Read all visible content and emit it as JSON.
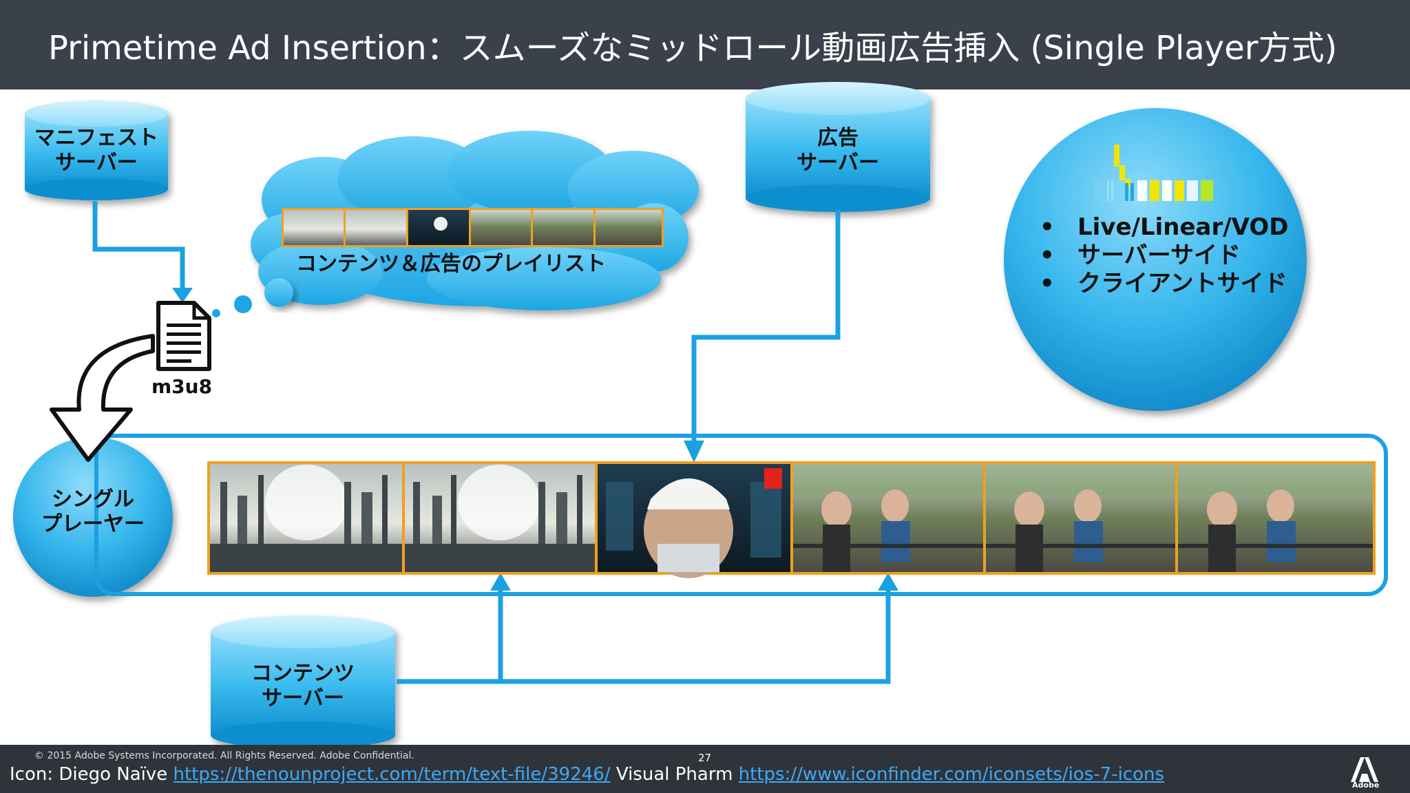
{
  "title": "Primetime Ad Insertion：スムーズなミッドロール動画広告挿入 (Single Player方式)",
  "servers": {
    "manifest": [
      "マニフェスト",
      "サーバー"
    ],
    "ad": [
      "広告",
      "サーバー"
    ],
    "content": [
      "コンテンツ",
      "サーバー"
    ]
  },
  "player": [
    "シングル",
    "プレーヤー"
  ],
  "cloud_caption": "コンテンツ＆広告のプレイリスト",
  "file_label": "m3u8",
  "features": [
    "Live/Linear/VOD",
    "サーバーサイド",
    "クライアントサイド"
  ],
  "footer": {
    "copyright": "© 2015 Adobe Systems Incorporated.  All Rights Reserved.  Adobe Confidential.",
    "page": "27",
    "credit_prefix": "Icon: Diego Naïve ",
    "link1": "https://thenounproject.com/term/text-file/39246/",
    "credit_middle": " Visual Pharm ",
    "link2": "https://www.iconfinder.com/iconsets/ios-7-icons",
    "adobe": "Adobe"
  },
  "frames": [
    "content",
    "content",
    "ad",
    "content",
    "content",
    "content"
  ],
  "colors": {
    "title_bg": "#3a414a",
    "accent": "#1ba1e2",
    "cyan_light": "#4fc8f5",
    "frame_border": "#f0a020"
  }
}
